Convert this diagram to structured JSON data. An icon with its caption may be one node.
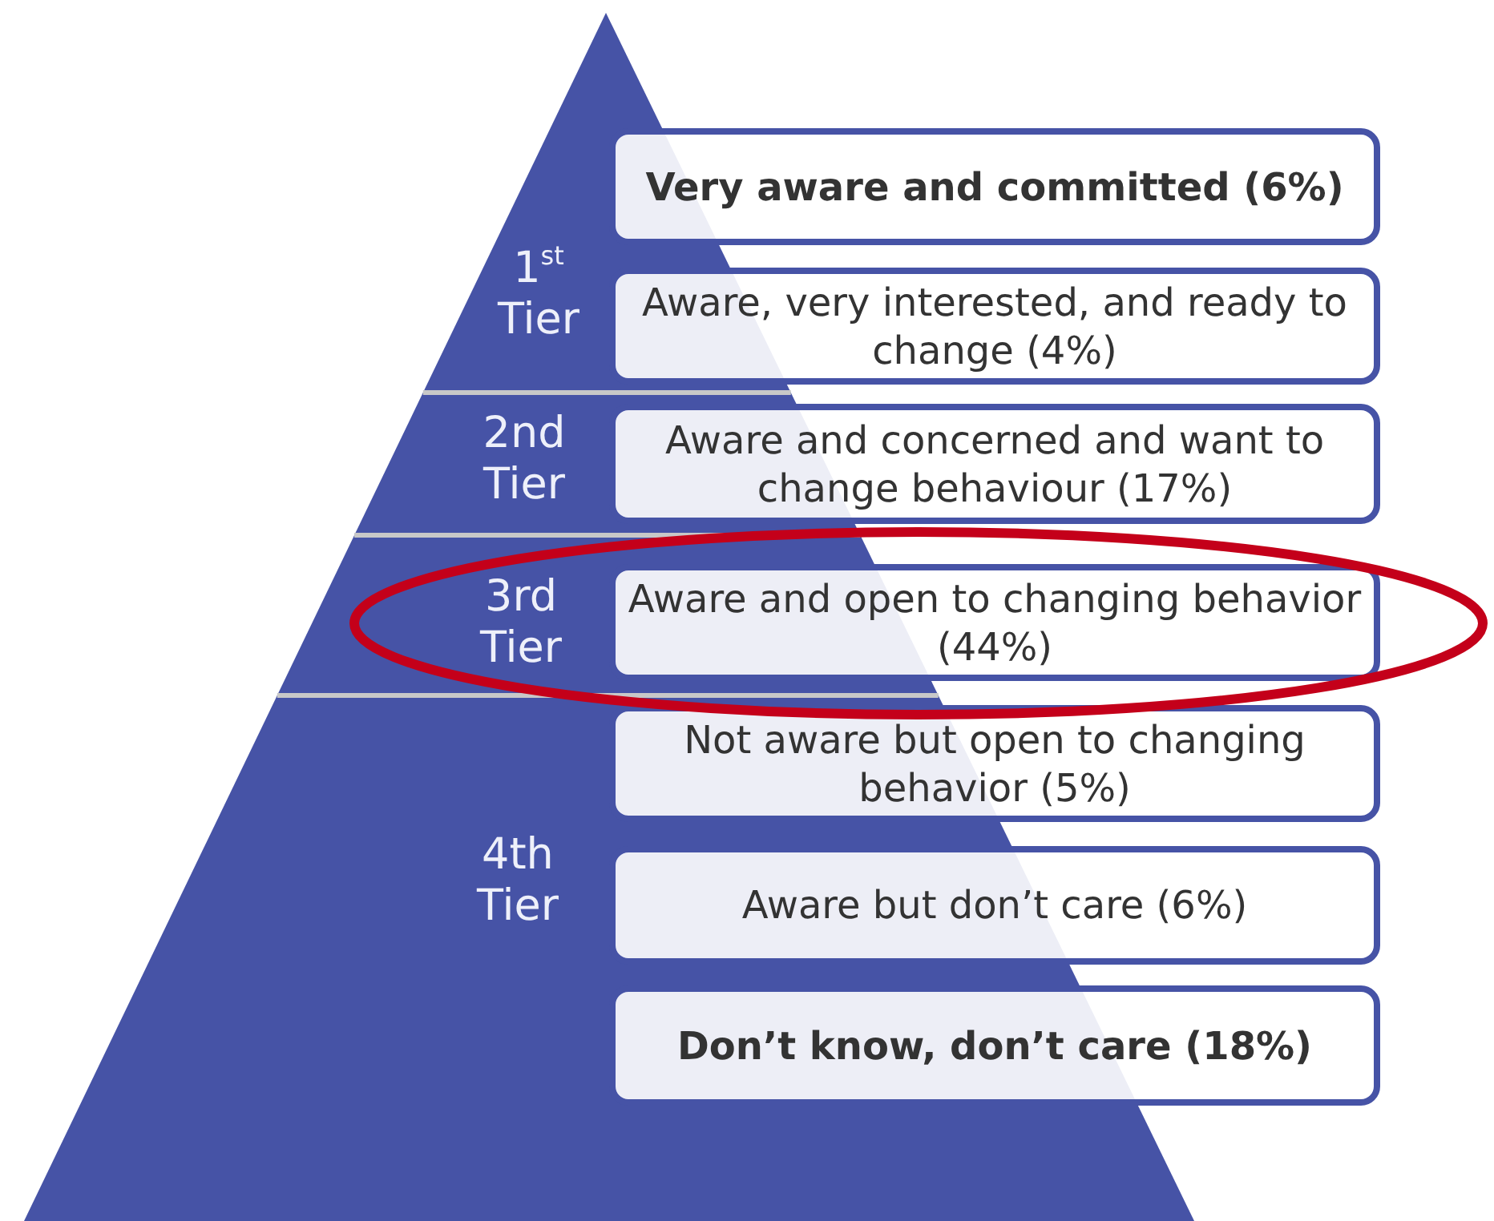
{
  "diagram": {
    "nodes": [
      {
        "text": [
          "Very aware and committed (6%)"
        ]
      },
      {
        "text": [
          "Aware, very interested, and ready to change (4%)"
        ]
      },
      {
        "text": [
          "Aware and concerned and want to change behaviour (17%)"
        ]
      },
      {
        "text": [
          "Aware and open to changing behavior (44%)"
        ]
      },
      {
        "text": [
          "Not aware but open to changing behavior (5%)"
        ]
      },
      {
        "text": [
          "Aware but don’t care (6%)"
        ]
      },
      {
        "text": [
          "Don’t know, don’t care (18%)"
        ]
      }
    ],
    "labels": [
      "1$^{st}$ Tier",
      "2nd Tier",
      "3rd Tier",
      "4th Tier"
    ]
  }
}
